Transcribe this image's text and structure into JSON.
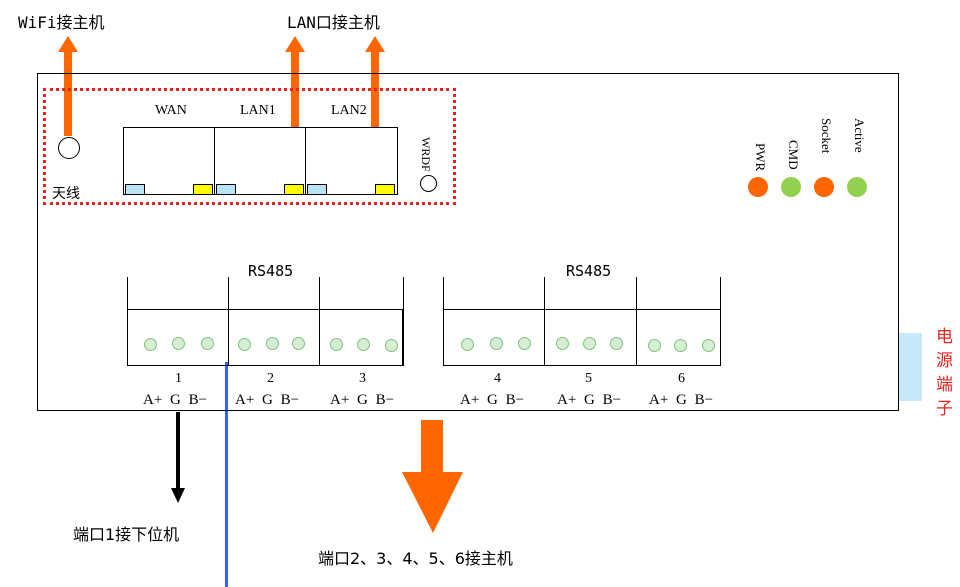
{
  "top": {
    "wifi_label": "WiFi接主机",
    "lan_label": "LAN口接主机"
  },
  "ethernet": {
    "ports": [
      {
        "label": "WAN"
      },
      {
        "label": "LAN1"
      },
      {
        "label": "LAN2"
      }
    ],
    "antenna_label": "天线",
    "wrdf_label": "WRDF"
  },
  "status_leds": [
    {
      "label": "PWR",
      "color": "#ff6600"
    },
    {
      "label": "CMD",
      "color": "#92d050"
    },
    {
      "label": "Socket",
      "color": "#ff6600"
    },
    {
      "label": "Active",
      "color": "#92d050"
    }
  ],
  "rs485": {
    "group_label": "RS485",
    "pin_labels": "A+ G B−",
    "ports": [
      "1",
      "2",
      "3",
      "4",
      "5",
      "6"
    ]
  },
  "power": {
    "label_chars": [
      "电",
      "源",
      "端",
      "子"
    ]
  },
  "bottom": {
    "port1_label": "端口1接下位机",
    "ports_host_label": "端口2、3、4、5、6接主机"
  },
  "colors": {
    "arrow_orange": "#ff6600",
    "dotted_border": "#e8231d",
    "cable_blue": "#3366ff",
    "pin_green": "#d6efd4",
    "power_terminal": "#c7e8f7"
  }
}
